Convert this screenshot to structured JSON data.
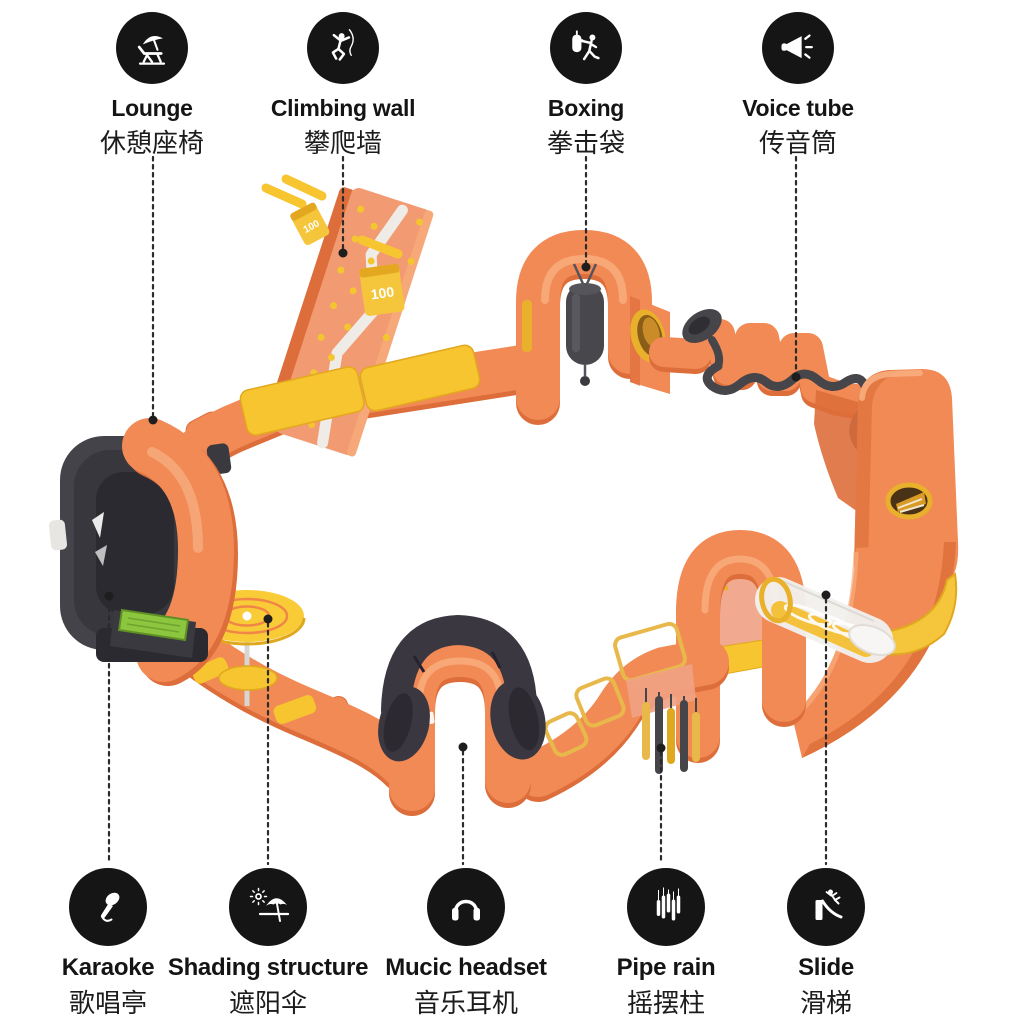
{
  "features": {
    "top": [
      {
        "en": "Lounge",
        "zh": "休憩座椅",
        "icon": "lounge-chair-icon"
      },
      {
        "en": "Climbing wall",
        "zh": "攀爬墙",
        "icon": "climber-icon"
      },
      {
        "en": "Boxing",
        "zh": "拳击袋",
        "icon": "boxing-icon"
      },
      {
        "en": "Voice tube",
        "zh": "传音筒",
        "icon": "megaphone-icon"
      }
    ],
    "bottom": [
      {
        "en": "Karaoke",
        "zh": "歌唱亭",
        "icon": "microphone-icon"
      },
      {
        "en": "Shading structure",
        "zh": "遮阳伞",
        "icon": "sun-umbrella-icon"
      },
      {
        "en": "Mucic headset",
        "zh": "音乐耳机",
        "icon": "headphones-icon"
      },
      {
        "en": "Pipe rain",
        "zh": "摇摆柱",
        "icon": "pipes-icon"
      },
      {
        "en": "Slide",
        "zh": "滑梯",
        "icon": "slide-icon"
      }
    ]
  },
  "illustration": {
    "flag_text": "100",
    "colors": {
      "orange": "#F18A55",
      "orange_shade": "#DD6E3B",
      "orange_light": "#F8AD7E",
      "yellow": "#F6C52F",
      "dark": "#46454A",
      "green": "#8CC63E",
      "callout_black": "#151515"
    }
  }
}
